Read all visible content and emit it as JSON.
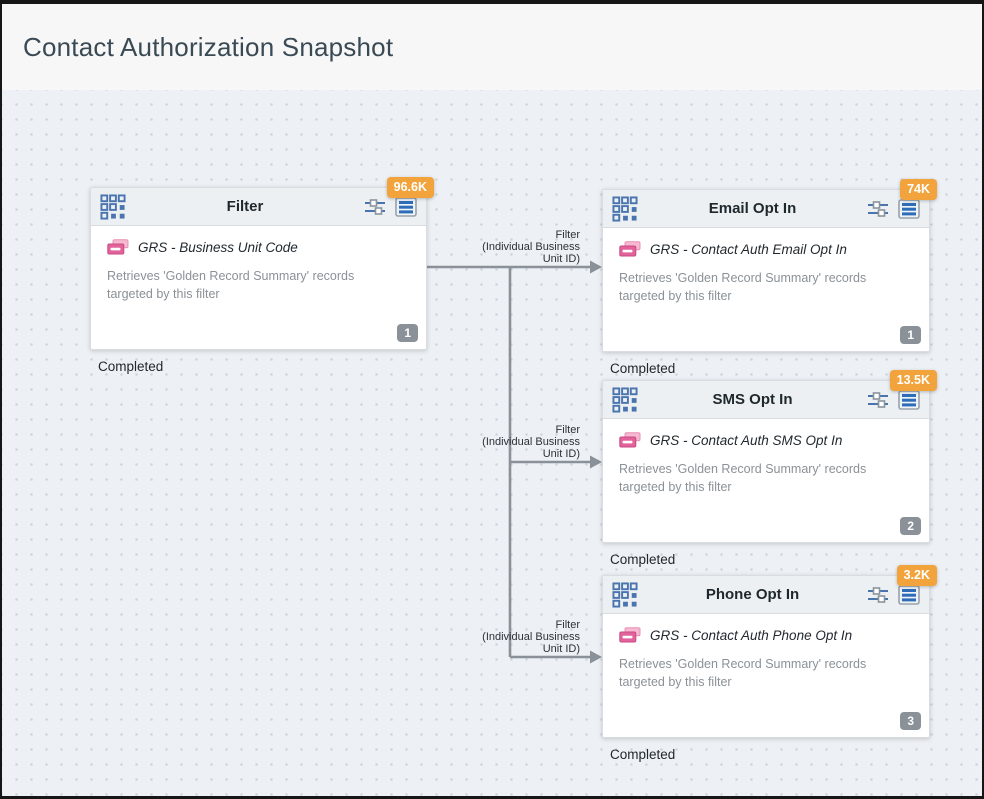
{
  "header": {
    "title": "Contact Authorization Snapshot"
  },
  "nodes": [
    {
      "title": "Filter",
      "count": "96.6K",
      "source": "GRS - Business Unit Code",
      "description": "Retrieves 'Golden Record Summary' records targeted by this filter",
      "step": "1",
      "status": "Completed"
    },
    {
      "title": "Email Opt In",
      "count": "74K",
      "source": "GRS - Contact Auth Email Opt In",
      "description": "Retrieves 'Golden Record Summary' records targeted by this filter",
      "step": "1",
      "status": "Completed"
    },
    {
      "title": "SMS Opt In",
      "count": "13.5K",
      "source": "GRS - Contact Auth SMS Opt In",
      "description": "Retrieves 'Golden Record Summary' records targeted by this filter",
      "step": "2",
      "status": "Completed"
    },
    {
      "title": "Phone Opt In",
      "count": "3.2K",
      "source": "GRS - Contact Auth Phone Opt In",
      "description": "Retrieves 'Golden Record Summary' records targeted by this filter",
      "step": "3",
      "status": "Completed"
    }
  ],
  "edges": [
    {
      "label_lines": [
        "Filter",
        "(Individual Business",
        "Unit ID)"
      ]
    },
    {
      "label_lines": [
        "Filter",
        "(Individual Business",
        "Unit ID)"
      ]
    },
    {
      "label_lines": [
        "Filter",
        "(Individual Business",
        "Unit ID)"
      ]
    }
  ],
  "colors": {
    "count_badge_orange": "#F2A33C",
    "connector_gray": "#8A9199",
    "icon_blue": "#4A74AE",
    "list_icon_blue": "#2D6DB8",
    "data_extension_pink": "#E2639C",
    "step_badge_gray": "#8A9199",
    "canvas_background": "#EDF0F4",
    "title_text": "#3A4A54"
  }
}
